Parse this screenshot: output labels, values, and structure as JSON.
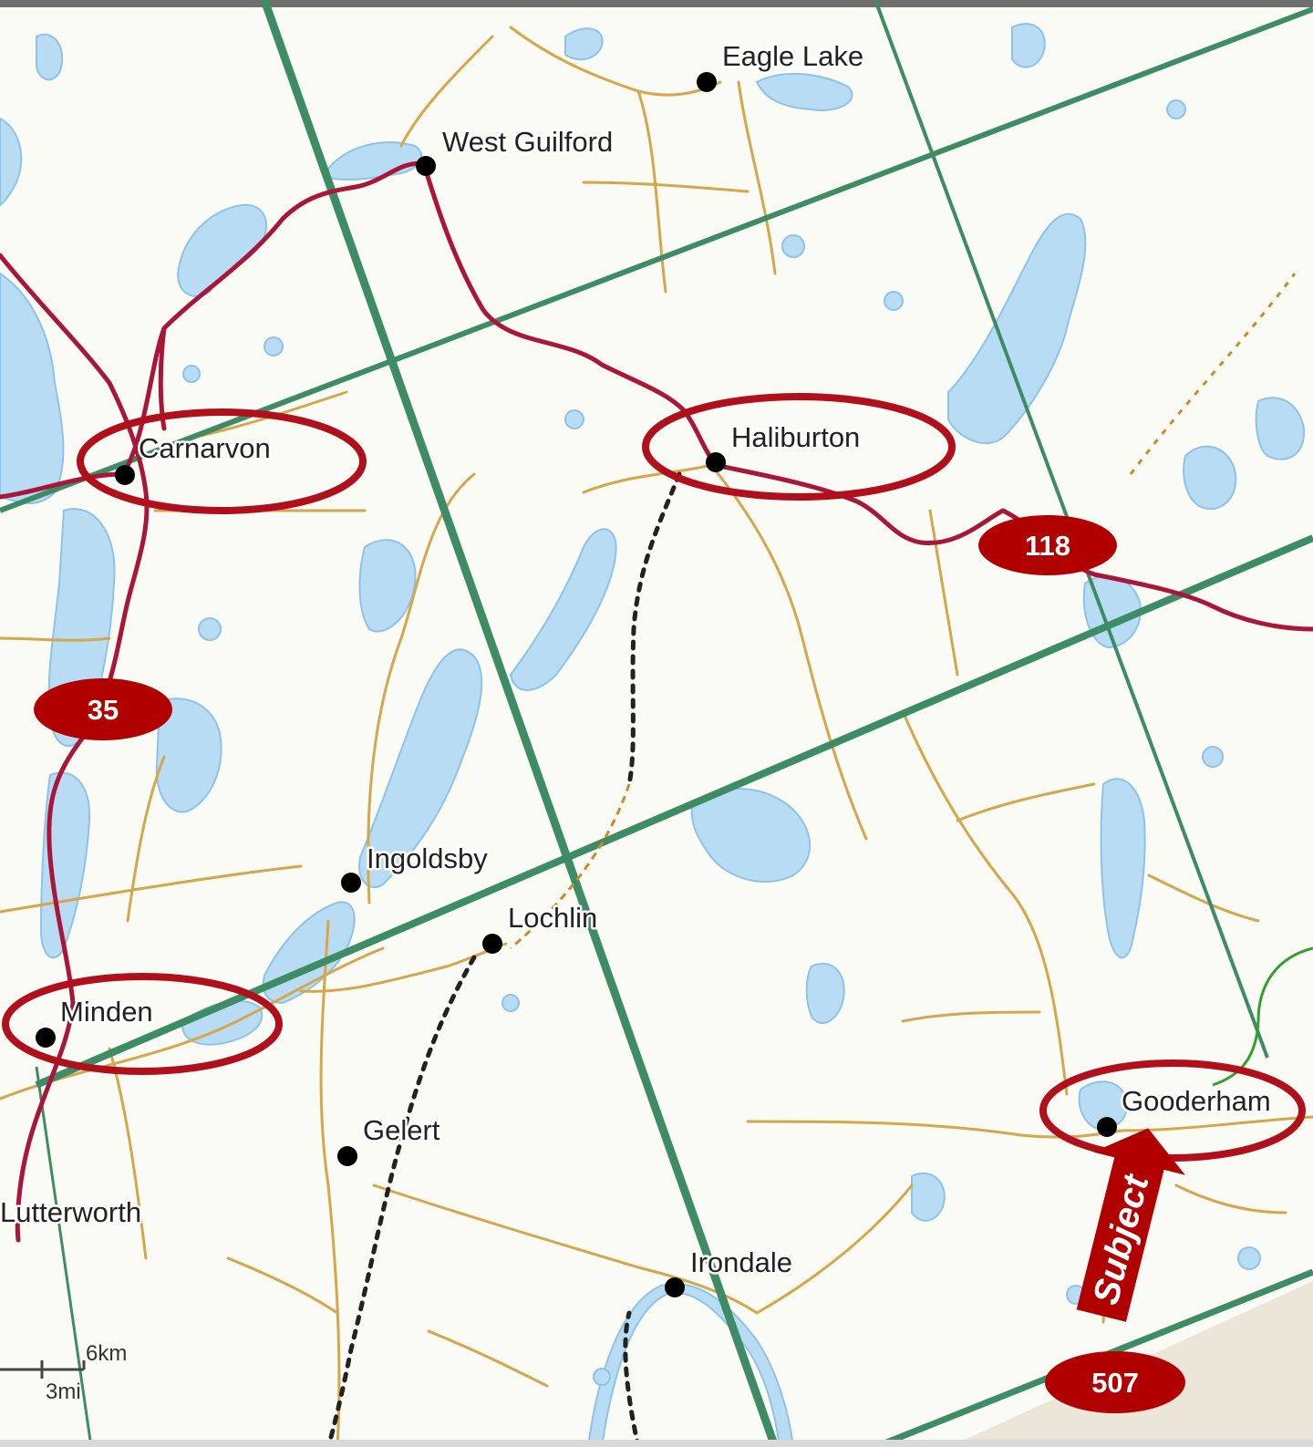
{
  "colors": {
    "land": "#fbfbf6",
    "water": "#b9dcf5",
    "highway": "#a8163a",
    "local_road": "#d6a64a",
    "grid_line": "#3e8c66",
    "railway": "#222222",
    "highlight": "#b0101c",
    "badge": "#b00000",
    "dot": "#000000"
  },
  "towns": [
    {
      "id": "eagle-lake",
      "name": "Eagle Lake",
      "circled": false
    },
    {
      "id": "west-guilford",
      "name": "West Guilford",
      "circled": false
    },
    {
      "id": "carnarvon",
      "name": "Carnarvon",
      "circled": true
    },
    {
      "id": "haliburton",
      "name": "Haliburton",
      "circled": true
    },
    {
      "id": "ingoldsby",
      "name": "Ingoldsby",
      "circled": false
    },
    {
      "id": "lochlin",
      "name": "Lochlin",
      "circled": false
    },
    {
      "id": "minden",
      "name": "Minden",
      "circled": true
    },
    {
      "id": "gelert",
      "name": "Gelert",
      "circled": false
    },
    {
      "id": "gooderham",
      "name": "Gooderham",
      "circled": true
    },
    {
      "id": "irondale",
      "name": "Irondale",
      "circled": false
    },
    {
      "id": "lutterworth",
      "name": "Lutterworth",
      "circled": false
    }
  ],
  "highway_badges": [
    {
      "id": "hwy-118",
      "label": "118"
    },
    {
      "id": "hwy-35",
      "label": "35"
    },
    {
      "id": "hwy-507",
      "label": "507"
    }
  ],
  "subject_marker": {
    "label": "Subject",
    "icon": "arrow-up-icon"
  },
  "scale": {
    "km_label": "6km",
    "mi_label": "3mi"
  }
}
